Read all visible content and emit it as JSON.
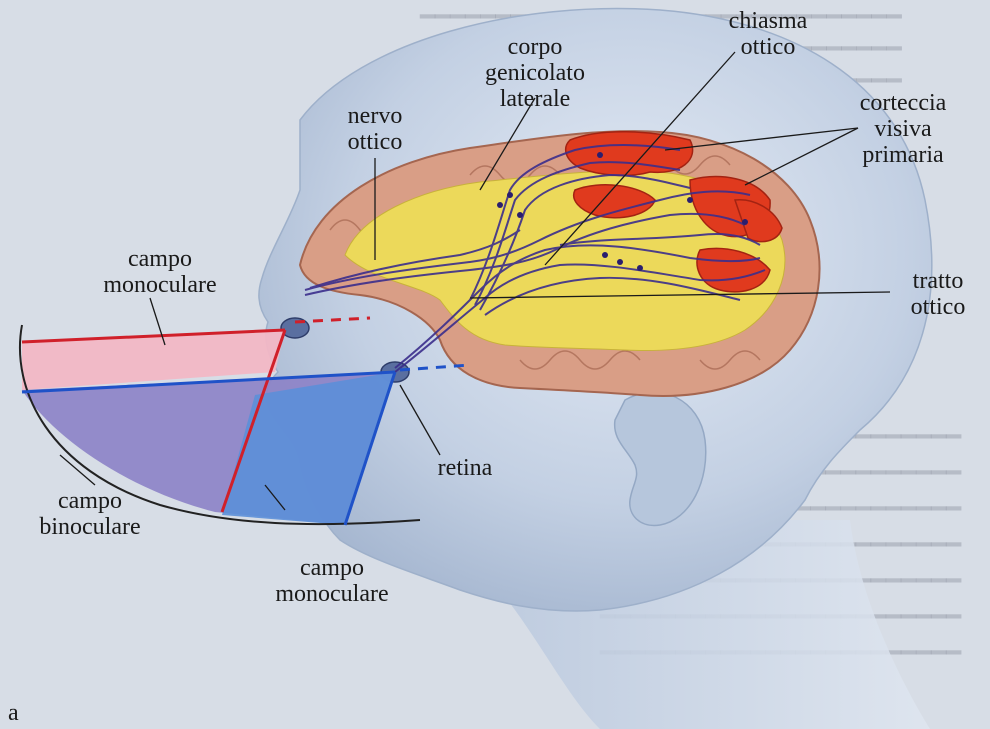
{
  "figure": {
    "panel_letter": "a",
    "labels": {
      "chiasma_ottico": [
        "chiasma",
        "ottico"
      ],
      "corpo_genicolato_laterale": [
        "corpo",
        "genicolato",
        "laterale"
      ],
      "nervo_ottico": [
        "nervo",
        "ottico"
      ],
      "corteccia_visiva_primaria": [
        "corteccia",
        "visiva",
        "primaria"
      ],
      "tratto_ottico": [
        "tratto",
        "ottico"
      ],
      "campo_monoculare_top": [
        "campo",
        "monoculare"
      ],
      "retina": [
        "retina"
      ],
      "campo_binoculare": [
        "campo",
        "binoculare"
      ],
      "campo_monoculare_bottom": [
        "campo",
        "monoculare"
      ]
    },
    "colors": {
      "background": "#d7dde6",
      "head": "#c3d0e3",
      "brain_gyri": "#d99e86",
      "white_matter": "#ecd95a",
      "visual_cortex": "#e03a1e",
      "optic_pathway": "#3b2e8c",
      "monocular_field": "#f2b7c5",
      "binocular_field": "#8c82c6",
      "right_eye_field": "#5c8fd8",
      "left_eye_line": "#d0202a",
      "right_eye_line": "#1f52c8"
    }
  }
}
